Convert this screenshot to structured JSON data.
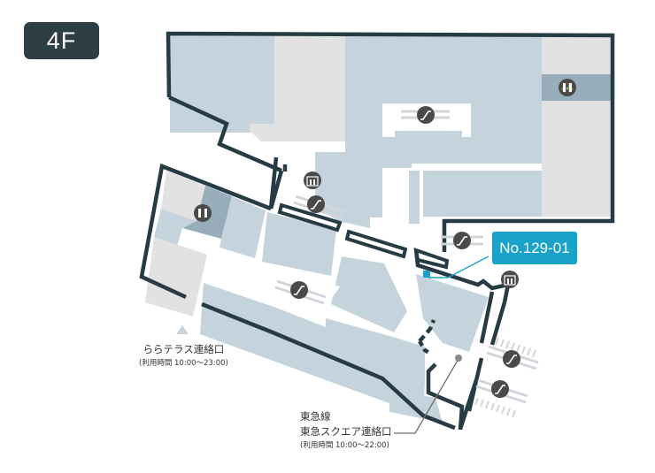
{
  "floor": {
    "label": "4F"
  },
  "shop": {
    "number": "No.129-01",
    "highlight_color": "#1aa3c8"
  },
  "entrances": [
    {
      "name": "ららテラス連絡口",
      "hours": "(利用時間 10:00～23:00)"
    },
    {
      "line": "東急線",
      "name": "東急スクエア連絡口",
      "hours": "(利用時間 10:00～22:00)"
    }
  ],
  "facilities": {
    "restrooms": [
      "restroom-icon-east",
      "restroom-icon-west"
    ],
    "elevators": [
      "elevator-icon-center",
      "elevator-icon-east"
    ],
    "escalators": [
      "escalator-icon-1",
      "escalator-icon-2",
      "escalator-icon-3",
      "escalator-icon-4",
      "escalator-icon-5",
      "escalator-icon-6"
    ]
  },
  "colors": {
    "wall": "#263b44",
    "shop": "#c5d3dc",
    "shop_dark": "#97adb9",
    "service": "#e2e2e2",
    "icon_bg": "#4a4a4a",
    "badge_bg": "#2e3e45"
  }
}
